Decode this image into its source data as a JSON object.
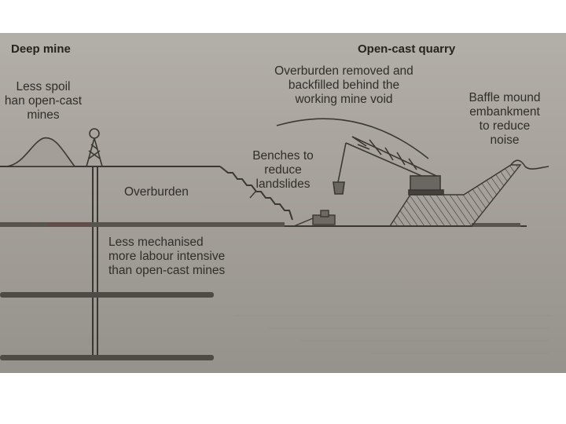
{
  "diagram": {
    "titles": {
      "deep_mine": "Deep mine",
      "open_cast": "Open-cast quarry"
    },
    "labels": {
      "less_spoil": [
        "Less spoil",
        "han open-cast",
        "mines"
      ],
      "overburden": "Overburden",
      "less_mechanised": [
        "Less mechanised",
        "more labour intensive",
        "than open-cast mines"
      ],
      "overburden_removed": [
        "Overburden removed and",
        "backfilled behind the",
        "working mine void"
      ],
      "benches": [
        "Benches to",
        "reduce",
        "landslides"
      ],
      "baffle": [
        "Baffle mound",
        "embankment",
        "to reduce",
        "noise"
      ]
    },
    "colors": {
      "paper": "#aaa69f",
      "ink": "#3a3834"
    }
  }
}
